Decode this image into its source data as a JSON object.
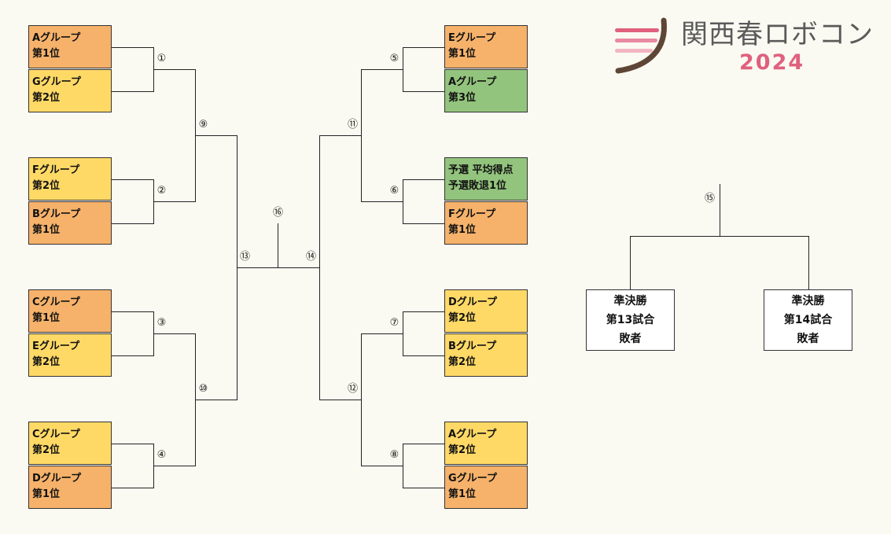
{
  "logo": {
    "title": "関西春ロボコン",
    "year": "2024",
    "stripe_colors": [
      "#e0607e",
      "#e98aa0",
      "#f2b5c2"
    ],
    "swoosh_color": "#5e4636"
  },
  "colors": {
    "group_first": "#f6b26b",
    "group_second": "#ffd966",
    "special": "#93c47d",
    "line": "#222222"
  },
  "left_bracket": [
    {
      "line1": "Aグループ",
      "line2": "第1位"
    },
    {
      "line1": "Gグループ",
      "line2": "第2位"
    },
    {
      "line1": "Fグループ",
      "line2": "第2位"
    },
    {
      "line1": "Bグループ",
      "line2": "第1位"
    },
    {
      "line1": "Cグループ",
      "line2": "第1位"
    },
    {
      "line1": "Eグループ",
      "line2": "第2位"
    },
    {
      "line1": "Cグループ",
      "line2": "第2位"
    },
    {
      "line1": "Dグループ",
      "line2": "第1位"
    }
  ],
  "right_bracket": [
    {
      "line1": "Eグループ",
      "line2": "第1位"
    },
    {
      "line1": "Aグループ",
      "line2": "第3位"
    },
    {
      "line1": "予選 平均得点",
      "line2": "予選敗退1位"
    },
    {
      "line1": "Fグループ",
      "line2": "第1位"
    },
    {
      "line1": "Dグループ",
      "line2": "第2位"
    },
    {
      "line1": "Bグループ",
      "line2": "第2位"
    },
    {
      "line1": "Aグループ",
      "line2": "第2位"
    },
    {
      "line1": "Gグループ",
      "line2": "第1位"
    }
  ],
  "match_numbers": {
    "m1": "①",
    "m2": "②",
    "m3": "③",
    "m4": "④",
    "m5": "⑤",
    "m6": "⑥",
    "m7": "⑦",
    "m8": "⑧",
    "m9": "⑨",
    "m10": "⑩",
    "m11": "⑪",
    "m12": "⑫",
    "m13": "⑬",
    "m14": "⑭",
    "m15": "⑮",
    "m16": "⑯"
  },
  "third_place": {
    "left": {
      "line1": "準決勝",
      "line2": "第13試合",
      "line3": "敗者"
    },
    "right": {
      "line1": "準決勝",
      "line2": "第14試合",
      "line3": "敗者"
    }
  }
}
